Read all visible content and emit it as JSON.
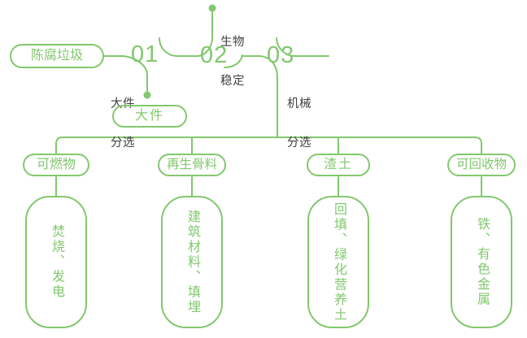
{
  "colors": {
    "green": "#82C86E",
    "label_dark": "#404040"
  },
  "diagram": {
    "source_label": "陈腐垃圾",
    "steps": [
      {
        "number": "01",
        "label_lines": [
          "大件",
          "分选"
        ]
      },
      {
        "number": "02",
        "label_lines": [
          "生物",
          "稳定"
        ]
      },
      {
        "number": "03",
        "label_lines": [
          "机械",
          "分选"
        ]
      }
    ],
    "step1_output_label": "大件",
    "branches": [
      {
        "category": "可燃物",
        "disposal": "焚烧、发电"
      },
      {
        "category": "再生骨料",
        "disposal": "建筑材料、填埋"
      },
      {
        "category": "渣土",
        "disposal": "回填、绿化营养土"
      },
      {
        "category": "可回收物",
        "disposal": "铁、有色金属"
      }
    ]
  }
}
